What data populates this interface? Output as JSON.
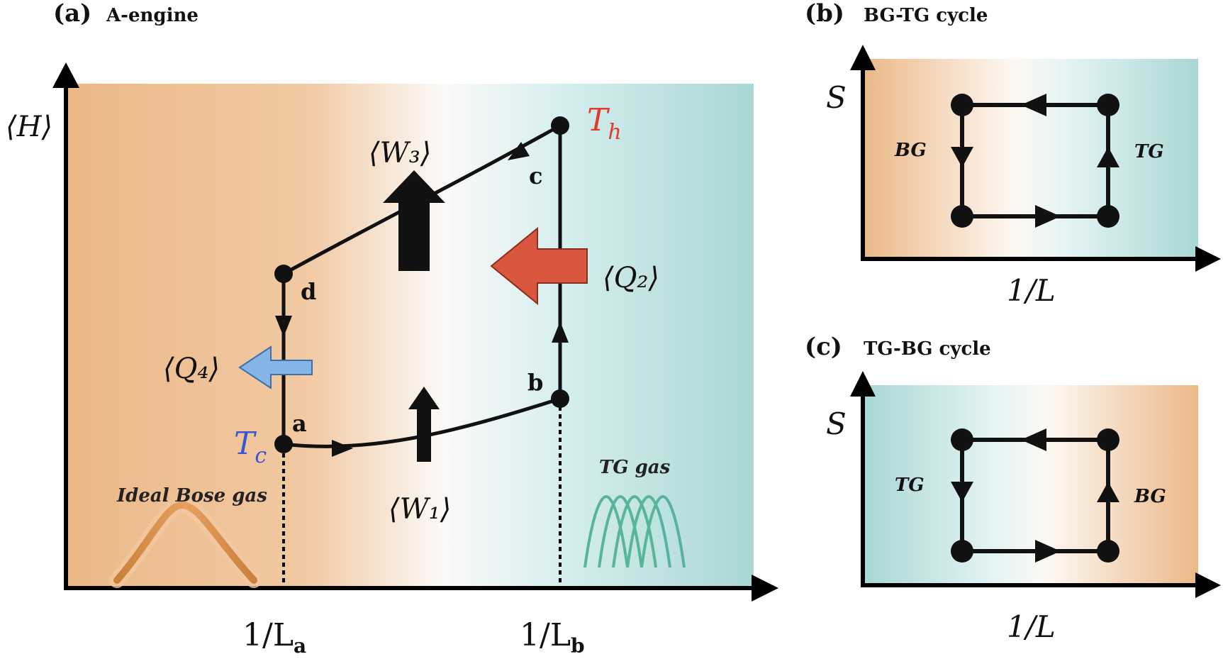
{
  "colors": {
    "bose": "#ecb98a",
    "tg": "#a9d8d6",
    "hot": "#d9563f",
    "cold": "#7fb2e5",
    "tc_text": "#3a55d4",
    "th_text": "#e03b2e",
    "curve": "#111111"
  },
  "panel_a": {
    "tag": "(a)",
    "title": "A-engine",
    "y_axis": "⟨H⟩",
    "x_tick_a": "1/L",
    "x_tick_a_sub": "a",
    "x_tick_b": "1/L",
    "x_tick_b_sub": "b",
    "points": {
      "a": "a",
      "b": "b",
      "c": "c",
      "d": "d"
    },
    "Th": "T",
    "Th_sub": "h",
    "Tc": "T",
    "Tc_sub": "c",
    "W1": "⟨W₁⟩",
    "W3": "⟨W₃⟩",
    "Q2": "⟨Q₂⟩",
    "Q4": "⟨Q₄⟩",
    "bose_label": "Ideal Bose gas",
    "tg_label": "TG gas"
  },
  "panel_b": {
    "tag": "(b)",
    "title": "BG-TG cycle",
    "y_axis": "S",
    "x_axis": "1/L",
    "left_label": "BG",
    "right_label": "TG"
  },
  "panel_c": {
    "tag": "(c)",
    "title": "TG-BG cycle",
    "y_axis": "S",
    "x_axis": "1/L",
    "left_label": "TG",
    "right_label": "BG"
  }
}
